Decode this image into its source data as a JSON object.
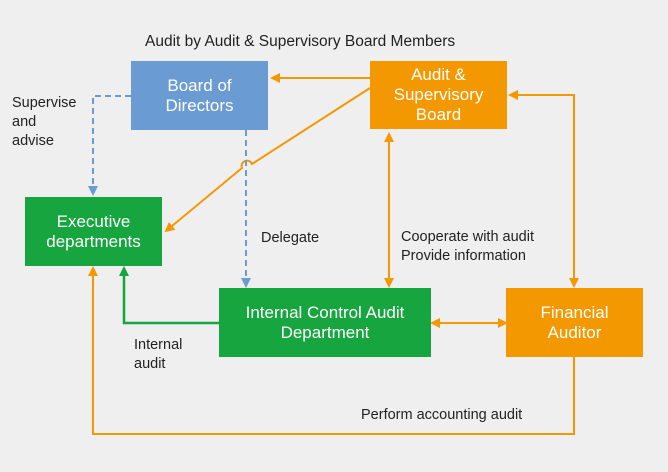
{
  "title": "Audit by Audit & Supervisory Board Members",
  "colors": {
    "blue": "#6a9bd3",
    "orange": "#f39800",
    "green": "#16a53f",
    "background": "#efefef"
  },
  "nodes": {
    "board_of_directors": "Board of\nDirectors",
    "audit_supervisory_board": "Audit &\nSupervisory\nBoard",
    "executive_departments": "Executive\ndepartments",
    "internal_control_audit": "Internal Control Audit\nDepartment",
    "financial_auditor": "Financial\nAuditor"
  },
  "labels": {
    "supervise_advise": "Supervise\nand\nadvise",
    "delegate": "Delegate",
    "cooperate": "Cooperate with audit\nProvide information",
    "internal_audit": "Internal\naudit",
    "accounting_audit": "Perform accounting audit"
  }
}
